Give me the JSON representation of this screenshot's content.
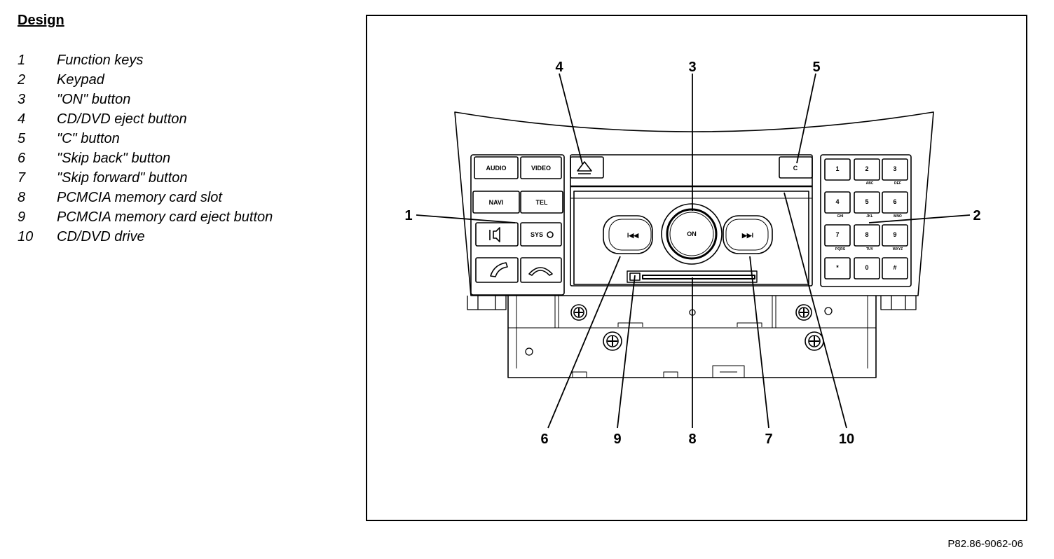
{
  "heading": "Design",
  "legend": [
    {
      "num": "1",
      "label": "Function keys"
    },
    {
      "num": "2",
      "label": "Keypad"
    },
    {
      "num": "3",
      "label": "\"ON\" button"
    },
    {
      "num": "4",
      "label": "CD/DVD eject button"
    },
    {
      "num": "5",
      "label": "\"C\" button"
    },
    {
      "num": "6",
      "label": "\"Skip back\" button"
    },
    {
      "num": "7",
      "label": "\"Skip forward\" button"
    },
    {
      "num": "8",
      "label": "PCMCIA memory card slot"
    },
    {
      "num": "9",
      "label": "PCMCIA memory card eject button"
    },
    {
      "num": "10",
      "label": "CD/DVD drive"
    }
  ],
  "figure_ref": "P82.86-9062-06",
  "callouts": {
    "c1": "1",
    "c2": "2",
    "c3": "3",
    "c4": "4",
    "c5": "5",
    "c6": "6",
    "c7": "7",
    "c8": "8",
    "c9": "9",
    "c10": "10"
  },
  "device": {
    "audio": "AUDIO",
    "video": "VIDEO",
    "navi": "NAVI",
    "tel": "TEL",
    "sys": "SYS",
    "on": "ON",
    "skip_back": "I◀◀",
    "skip_fwd": "▶▶I",
    "c": "C",
    "keys": [
      "1",
      "2",
      "3",
      "4",
      "5",
      "6",
      "7",
      "8",
      "9",
      "*",
      "0",
      "#"
    ],
    "key_sub": [
      "",
      "ABC",
      "DEF",
      "GHI",
      "JKL",
      "MNO",
      "PQRS",
      "TUV",
      "WXYZ"
    ]
  },
  "colors": {
    "line": "#000000",
    "fill": "#ffffff"
  }
}
